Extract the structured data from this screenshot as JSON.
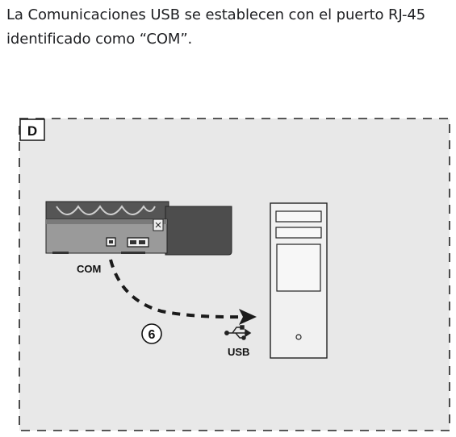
{
  "document": {
    "intro_text": "La Comunicaciones USB se establecen con el puerto RJ-45 identificado como “COM”."
  },
  "figure": {
    "panel_letter": "D",
    "port_label": "COM",
    "step_number": "6",
    "connection_label": "USB",
    "background_color": "#e8e8e8",
    "line_color": "#1a1a1a"
  }
}
